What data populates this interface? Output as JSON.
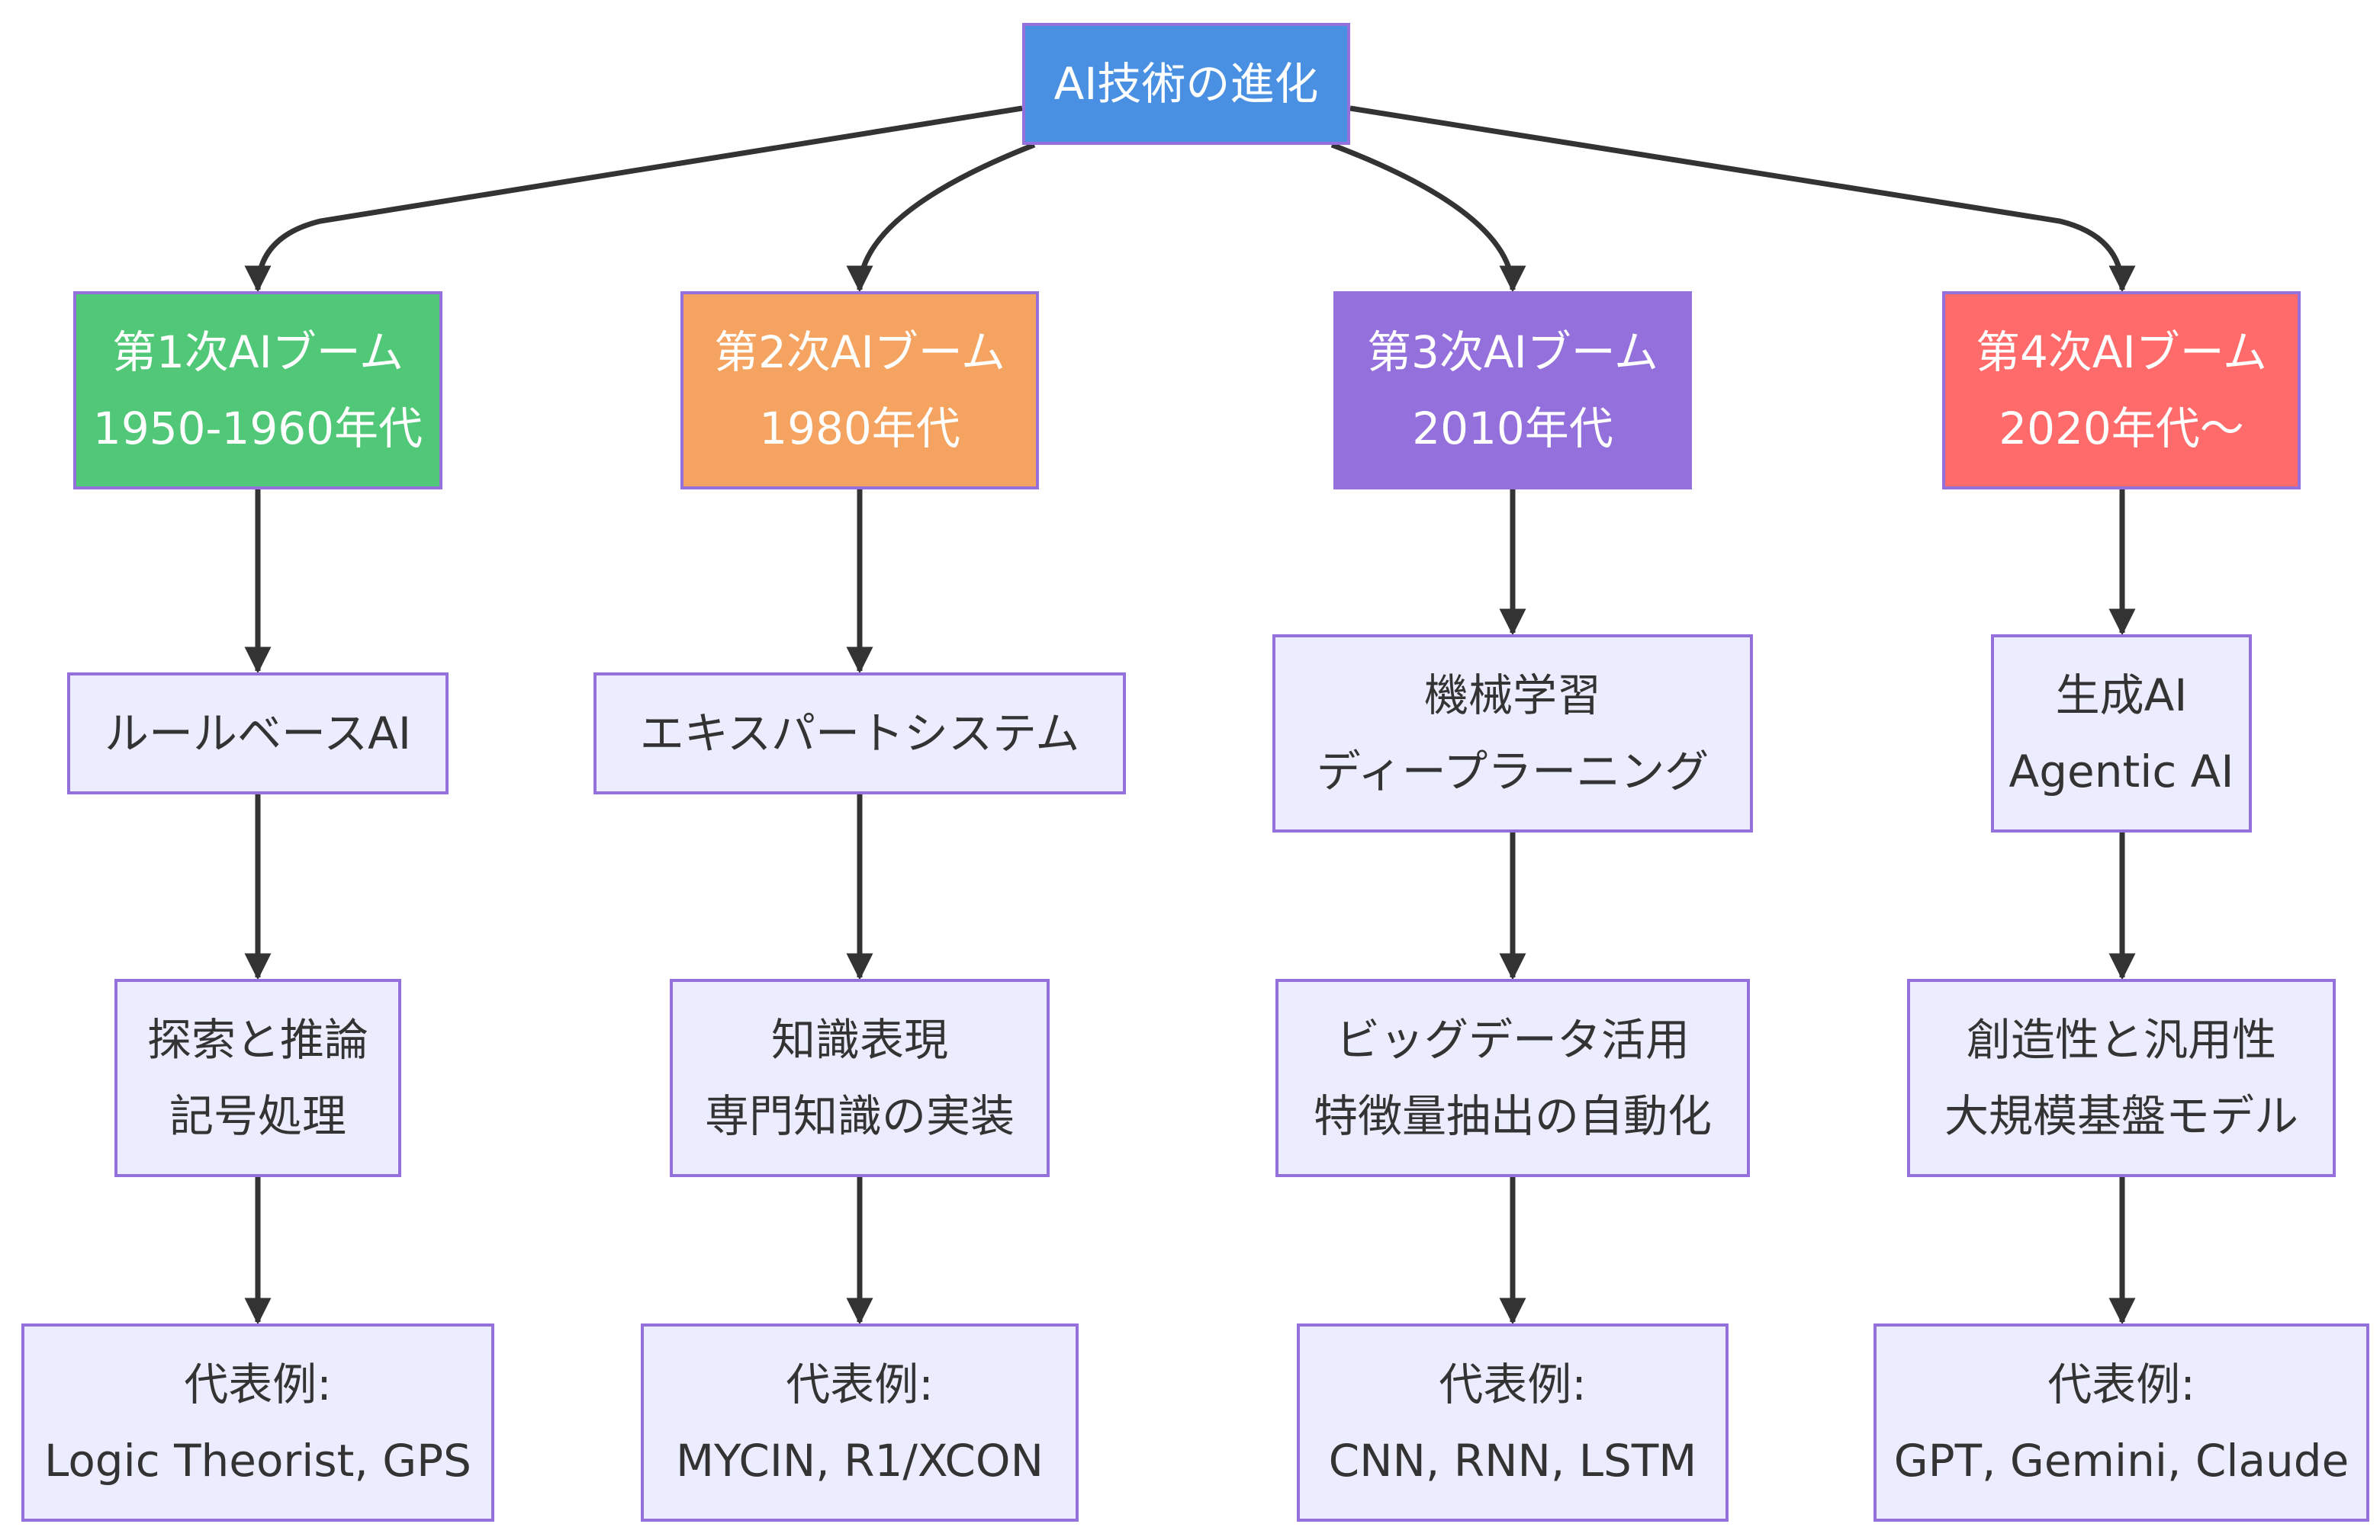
{
  "colors": {
    "root": "#4A90E2",
    "boom1": "#50C878",
    "boom2": "#F4A460",
    "boom3": "#9370DB",
    "boom4": "#FF6B6B",
    "node_fill": "#ECECFF",
    "node_border": "#9370DB",
    "edge": "#333333"
  },
  "root": {
    "label": "AI技術の進化"
  },
  "columns": [
    {
      "boom": [
        "第1次AIブーム",
        "1950-1960年代"
      ],
      "approach": [
        "ルールベースAI"
      ],
      "features": [
        "探索と推論",
        "記号処理"
      ],
      "examples": [
        "代表例:",
        "Logic Theorist, GPS"
      ]
    },
    {
      "boom": [
        "第2次AIブーム",
        "1980年代"
      ],
      "approach": [
        "エキスパートシステム"
      ],
      "features": [
        "知識表現",
        "専門知識の実装"
      ],
      "examples": [
        "代表例:",
        "MYCIN, R1/XCON"
      ]
    },
    {
      "boom": [
        "第3次AIブーム",
        "2010年代"
      ],
      "approach": [
        "機械学習",
        "ディープラーニング"
      ],
      "features": [
        "ビッグデータ活用",
        "特徴量抽出の自動化"
      ],
      "examples": [
        "代表例:",
        "CNN, RNN, LSTM"
      ]
    },
    {
      "boom": [
        "第4次AIブーム",
        "2020年代～"
      ],
      "approach": [
        "生成AI",
        "Agentic AI"
      ],
      "features": [
        "創造性と汎用性",
        "大規模基盤モデル"
      ],
      "examples": [
        "代表例:",
        "GPT, Gemini, Claude"
      ]
    }
  ]
}
